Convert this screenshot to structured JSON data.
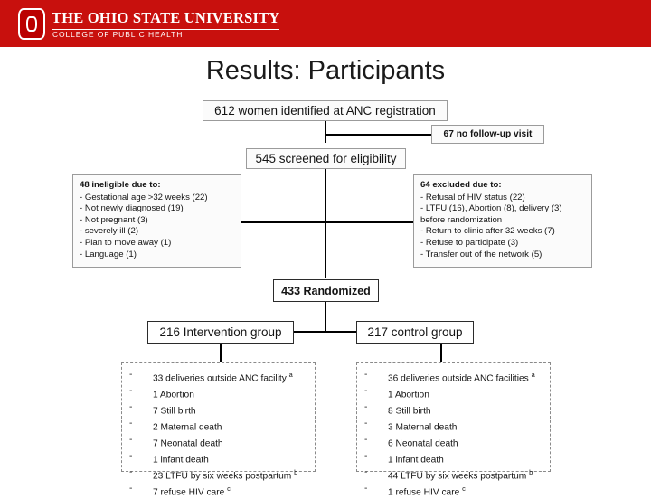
{
  "header": {
    "logo_name": "ohio-state-block-o-logo",
    "wordmark": "THE OHIO STATE UNIVERSITY",
    "subwordmark": "COLLEGE OF PUBLIC HEALTH",
    "brand_color": "#c8100d"
  },
  "slide": {
    "title_lead": "Results:",
    "title_rest": " Participants"
  },
  "flow": {
    "enrolled": "612 women identified at ANC registration",
    "no_follow_up": "67 no follow-up visit",
    "screened": "545 screened for eligibility",
    "randomized": "433 Randomized",
    "intervention_group": "216 Intervention group",
    "control_group": "217 control group",
    "ineligible": {
      "heading": "48 ineligible due to:",
      "items": [
        "- Gestational age >32 weeks (22)",
        "- Not newly diagnosed (19)",
        "- Not pregnant (3)",
        "- severely ill (2)",
        "- Plan to move away (1)",
        "- Language (1)"
      ]
    },
    "excluded": {
      "heading": "64 excluded due to:",
      "items": [
        "- Refusal of HIV status (22)",
        "- LTFU (16), Abortion (8), delivery (3)",
        "before randomization",
        "- Return to clinic after 32 weeks (7)",
        "- Refuse to participate (3)",
        "- Transfer out of the network (5)"
      ]
    },
    "intervention_outcomes": {
      "bullet": "-",
      "items": [
        {
          "text": "33 deliveries outside ANC facility ",
          "note": "a"
        },
        {
          "text": "1 Abortion",
          "note": ""
        },
        {
          "text": "7 Still birth",
          "note": ""
        },
        {
          "text": "2 Maternal death",
          "note": ""
        },
        {
          "text": "7 Neonatal death",
          "note": ""
        },
        {
          "text": "1 infant death",
          "note": ""
        },
        {
          "text": "23 LTFU by six weeks postpartum ",
          "note": "b"
        },
        {
          "text": "7 refuse HIV care ",
          "note": "c"
        }
      ]
    },
    "control_outcomes": {
      "bullet": "-",
      "items": [
        {
          "text": "36 deliveries outside ANC facilities ",
          "note": "a"
        },
        {
          "text": "1 Abortion",
          "note": ""
        },
        {
          "text": "8 Still birth",
          "note": ""
        },
        {
          "text": "3 Maternal death",
          "note": ""
        },
        {
          "text": "6 Neonatal death",
          "note": ""
        },
        {
          "text": "1 infant death",
          "note": ""
        },
        {
          "text": "44 LTFU by six weeks postpartum ",
          "note": "b"
        },
        {
          "text": "1 refuse HIV care ",
          "note": "c"
        }
      ]
    }
  }
}
